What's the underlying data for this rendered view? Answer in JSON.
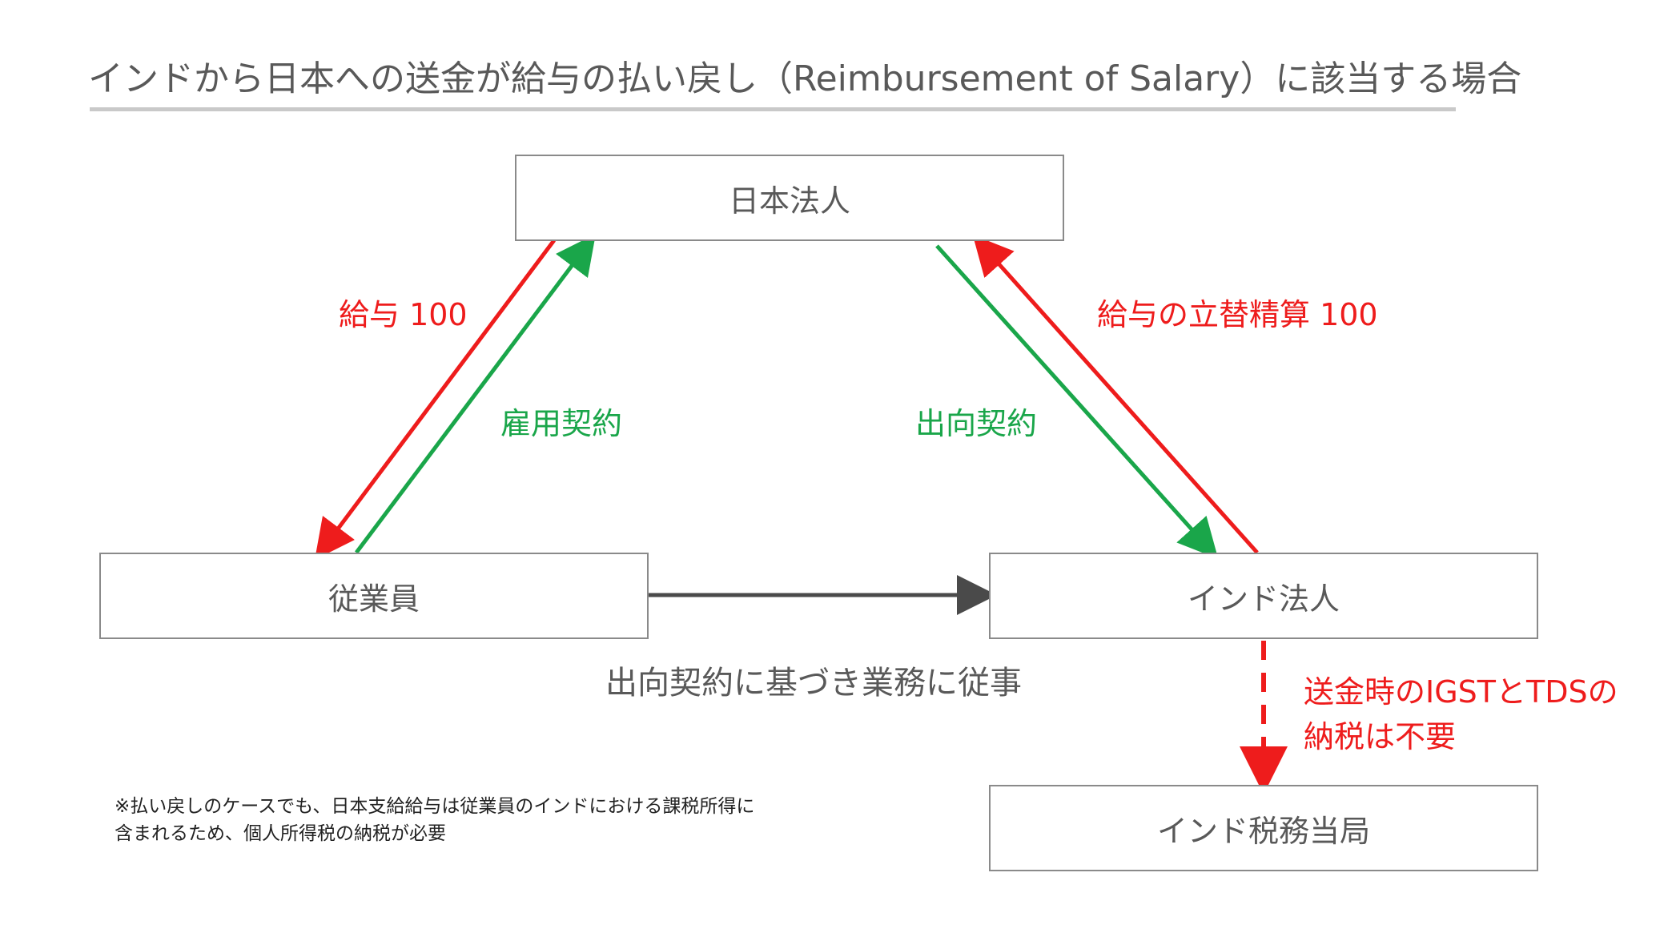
{
  "title": "インドから日本への送金が給与の払い戻し（Reimbursement of Salary）に該当する場合",
  "nodes": {
    "japan_corp": "日本法人",
    "employee": "従業員",
    "india_corp": "インド法人",
    "india_tax": "インド税務当局"
  },
  "edges": {
    "salary": "給与 100",
    "employment_contract": "雇用契約",
    "secondment_contract": "出向契約",
    "salary_reimbursement": "給与の立替精算 100",
    "work_under_secondment": "出向契約に基づき業務に従事",
    "tax_not_required_line1": "送金時のIGSTとTDSの",
    "tax_not_required_line2": "納税は不要"
  },
  "note": {
    "line1": "※払い戻しのケースでも、日本支給給与は従業員のインドにおける課税所得に",
    "line2": "含まれるため、個人所得税の納税が必要"
  },
  "colors": {
    "red": "#ee1c1c",
    "green": "#1aa64a",
    "gray_text": "#595959",
    "dark_arrow": "#4a4a4a"
  }
}
